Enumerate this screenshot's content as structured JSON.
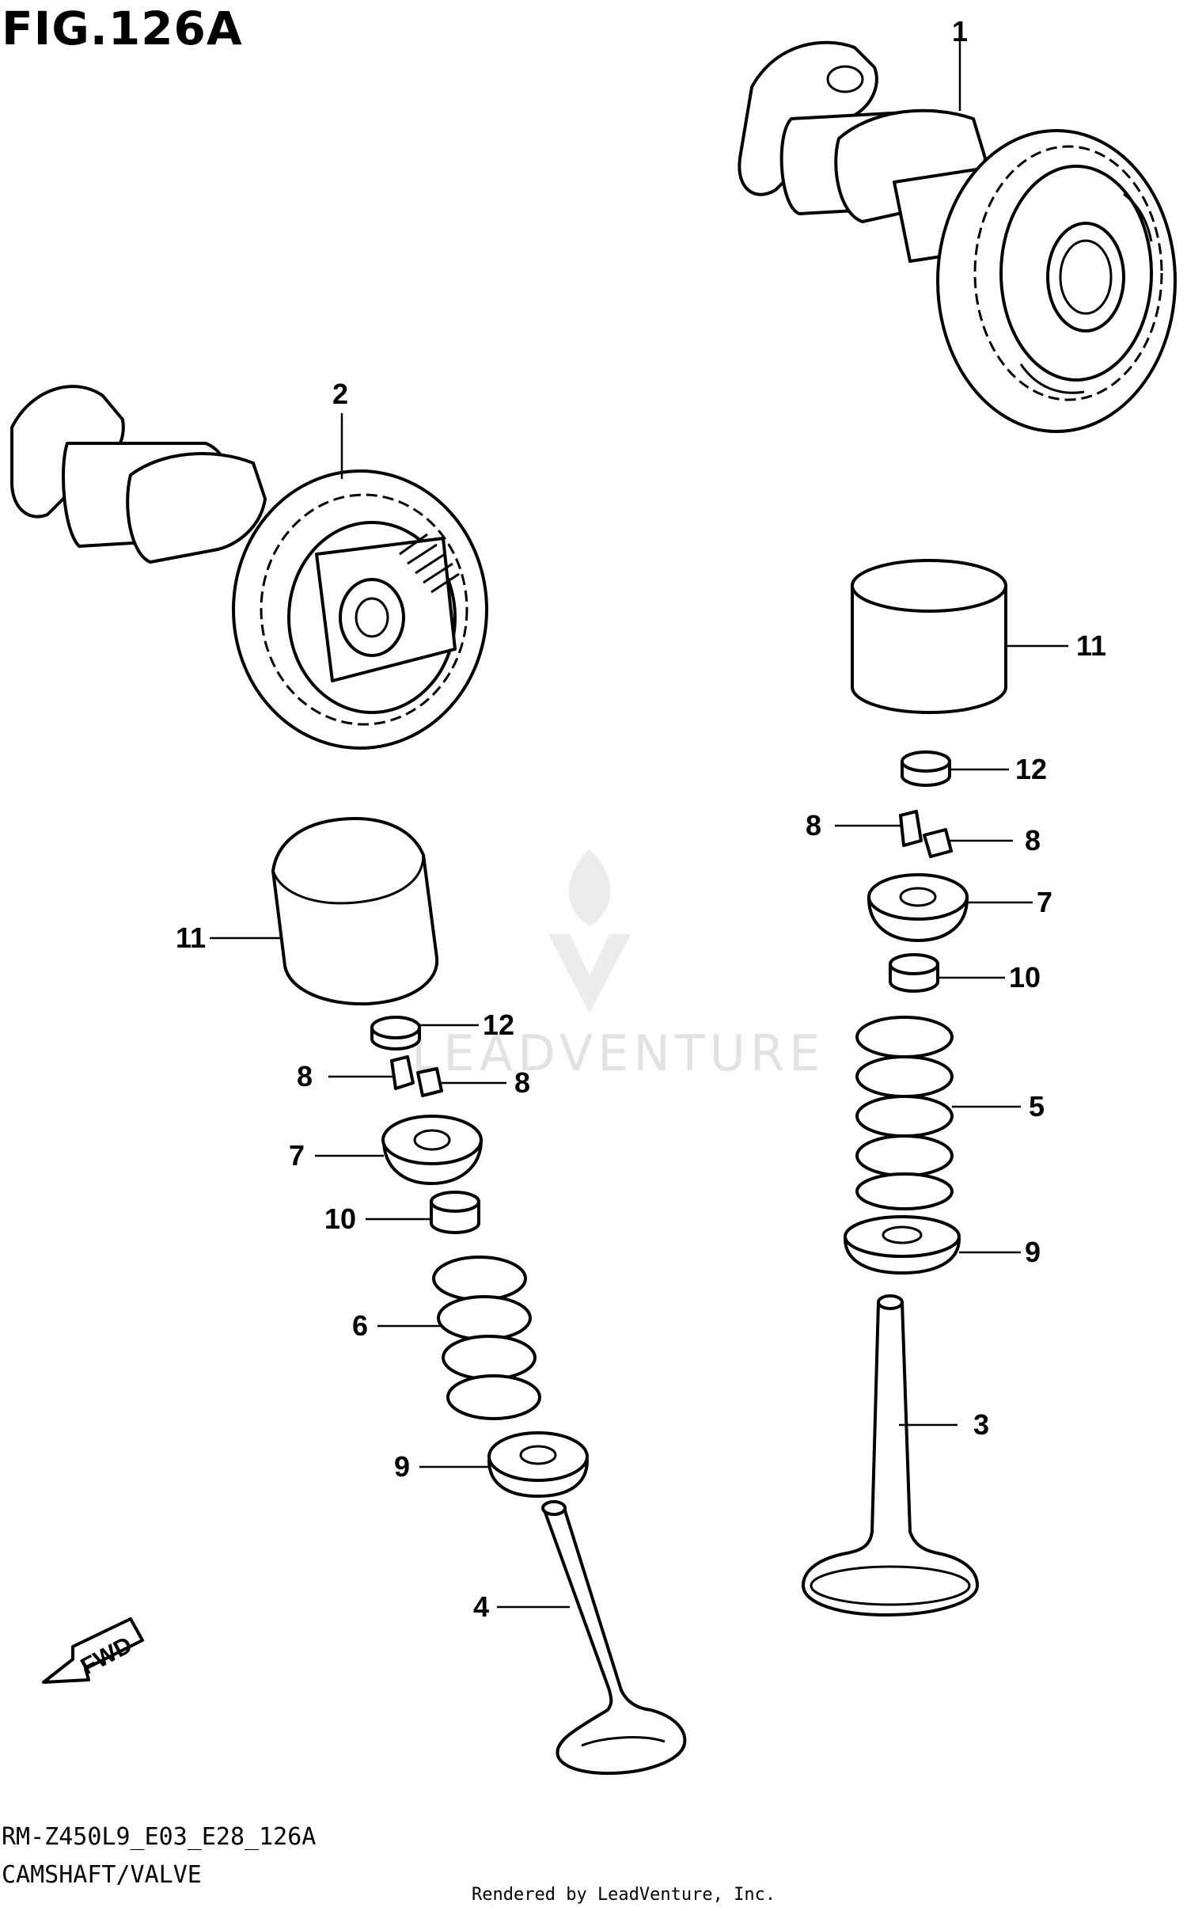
{
  "figure": {
    "title": "FIG.126A",
    "model_code": "RM-Z450L9_E03_E28_126A",
    "section": "CAMSHAFT/VALVE",
    "rendered_by": "Rendered by LeadVenture, Inc.",
    "watermark": "LEADVENTURE"
  },
  "direction": {
    "label": "FWD",
    "icon": "arrow-down-left-icon"
  },
  "callouts": [
    {
      "id": "c1",
      "text": "1"
    },
    {
      "id": "c2",
      "text": "2"
    },
    {
      "id": "c11r",
      "text": "11"
    },
    {
      "id": "c12r",
      "text": "12"
    },
    {
      "id": "c8ra",
      "text": "8"
    },
    {
      "id": "c8rb",
      "text": "8"
    },
    {
      "id": "c7r",
      "text": "7"
    },
    {
      "id": "c10r",
      "text": "10"
    },
    {
      "id": "c5",
      "text": "5"
    },
    {
      "id": "c9r",
      "text": "9"
    },
    {
      "id": "c3",
      "text": "3"
    },
    {
      "id": "c11l",
      "text": "11"
    },
    {
      "id": "c12l",
      "text": "12"
    },
    {
      "id": "c8la",
      "text": "8"
    },
    {
      "id": "c8lb",
      "text": "8"
    },
    {
      "id": "c7l",
      "text": "7"
    },
    {
      "id": "c10l",
      "text": "10"
    },
    {
      "id": "c6",
      "text": "6"
    },
    {
      "id": "c9l",
      "text": "9"
    },
    {
      "id": "c4",
      "text": "4"
    }
  ]
}
